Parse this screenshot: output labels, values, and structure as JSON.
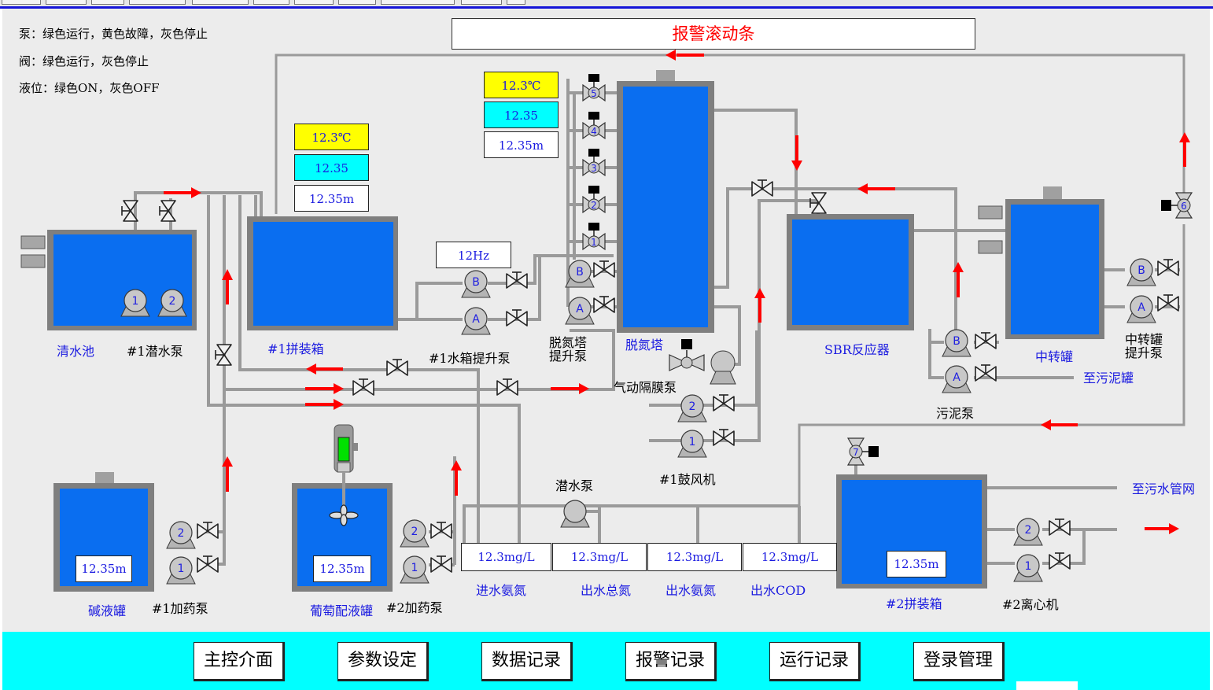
{
  "legend": {
    "pump": "泵：绿色运行，黄色故障，灰色停止",
    "valve": "阀：绿色运行，灰色停止",
    "level": "液位：绿色ON，灰色OFF"
  },
  "alarm_banner": "报警滚动条",
  "tank1": {
    "temp": "12.3℃",
    "value": "12.35",
    "level": "12.35m"
  },
  "tower": {
    "temp": "12.3℃",
    "value": "12.35",
    "level": "12.35m"
  },
  "frequency": "12Hz",
  "levels": {
    "alkali": "12.35m",
    "glucose": "12.35m",
    "tank2": "12.35m"
  },
  "analyzers": [
    {
      "value": "12.3mg/L",
      "label": "进水氨氮"
    },
    {
      "value": "12.3mg/L",
      "label": "出水总氮"
    },
    {
      "value": "12.3mg/L",
      "label": "出水氨氮"
    },
    {
      "value": "12.3mg/L",
      "label": "出水COD"
    }
  ],
  "labels": {
    "clear_pool": "清水池",
    "sub_pump1": "#1潜水泵",
    "tank1": "#1拼装箱",
    "tank1_pump": "#1水箱提升泵",
    "tower_pump_l1": "脱氮塔",
    "tower_pump_l2": "提升泵",
    "tower": "脱氮塔",
    "diaphragm": "气动隔膜泵",
    "blower": "#1鼓风机",
    "sbr": "SBR反应器",
    "transfer": "中转罐",
    "transfer_pump_l1": "中转罐",
    "transfer_pump_l2": "提升泵",
    "to_sludge": "至污泥罐",
    "sludge_pump": "污泥泵",
    "sub_pump": "潜水泵",
    "to_sewer": "至污水管网",
    "alkali": "碱液罐",
    "dose1": "#1加药泵",
    "glucose": "葡萄配液罐",
    "dose2": "#2加药泵",
    "tank2": "#2拼装箱",
    "centrifuge": "#2离心机"
  },
  "pump_marks": {
    "one": "1",
    "two": "2",
    "a": "A",
    "b": "B",
    "v1": "1",
    "v2": "2",
    "v3": "3",
    "v4": "4",
    "v5": "5",
    "v6": "6",
    "v7": "7"
  },
  "nav": [
    "主控介面",
    "参数设定",
    "数据记录",
    "报警记录",
    "运行记录",
    "登录管理"
  ],
  "colors": {
    "tank_fill": "#0a6ef0",
    "pipe": "#9a9a9a",
    "flow_arrow": "#ff0000",
    "bottom_bar": "#00ffff",
    "accent_text": "#1a1ae0",
    "agitator_green": "#00e000"
  }
}
